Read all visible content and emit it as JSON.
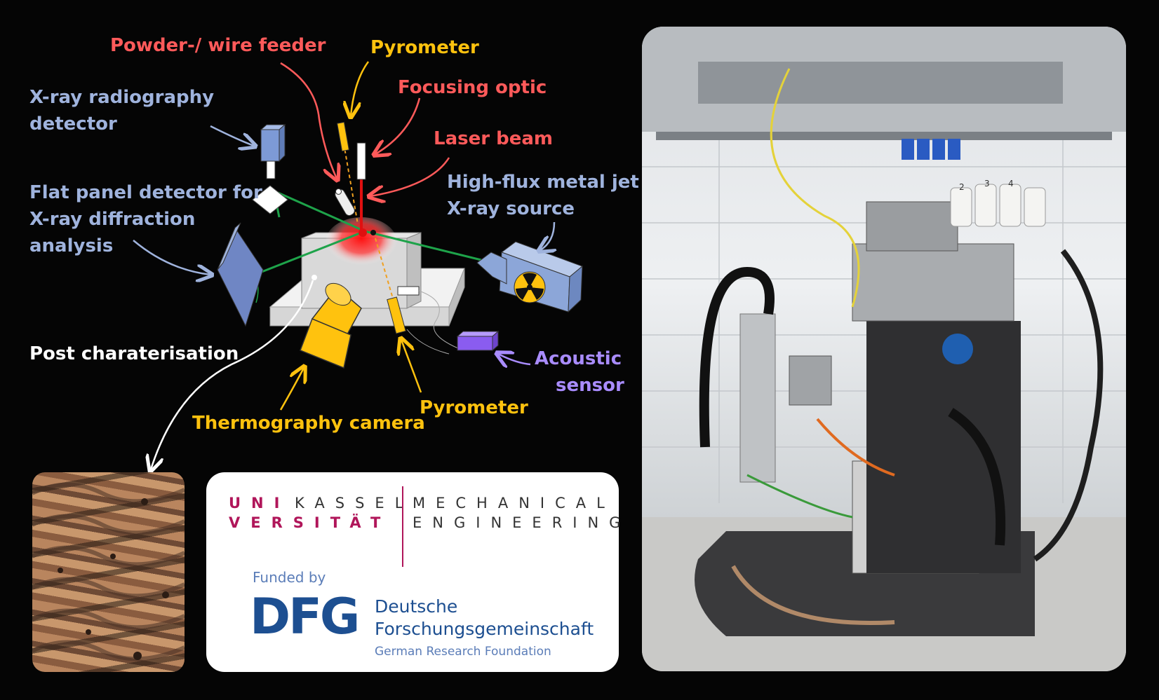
{
  "diagram": {
    "labels": {
      "powder_feeder": "Powder-/ wire feeder",
      "pyrometer_top": "Pyrometer",
      "focusing_optic": "Focusing optic",
      "laser_beam": "Laser beam",
      "xray_radiography_1": "X-ray radiography",
      "xray_radiography_2": "detector",
      "flat_panel_1": "Flat panel detector for",
      "flat_panel_2": "X-ray diffraction",
      "flat_panel_3": "analysis",
      "metal_jet_1": "High-flux metal jet",
      "metal_jet_2": "X-ray source",
      "post_char": "Post charaterisation",
      "acoustic_1": "Acoustic",
      "acoustic_2": "sensor",
      "pyrometer_bottom": "Pyrometer",
      "thermo_camera": "Thermography camera"
    },
    "colors": {
      "blue": "#9fb3dd",
      "red": "#ff5a5a",
      "yellow": "#ffc20e",
      "purple": "#a98cff",
      "beam_green": "#1ea34a"
    }
  },
  "logos": {
    "uni_1": "UNI",
    "uni_kassel": "KASSEL",
    "versitat": "VERSITÄT",
    "mechanical": "MECHANICAL",
    "engineering": "ENGINEERING",
    "funded_by": "Funded by",
    "dfg": "DFG",
    "dfg_line1": "Deutsche",
    "dfg_line2": "Forschungsgemeinschaft",
    "dfg_line3": "German Research Foundation",
    "dfg_color": "#1d4f91",
    "kassel_red": "#b0165a"
  },
  "photo": {
    "bottle_numbers": [
      "2",
      "3",
      "4"
    ]
  }
}
